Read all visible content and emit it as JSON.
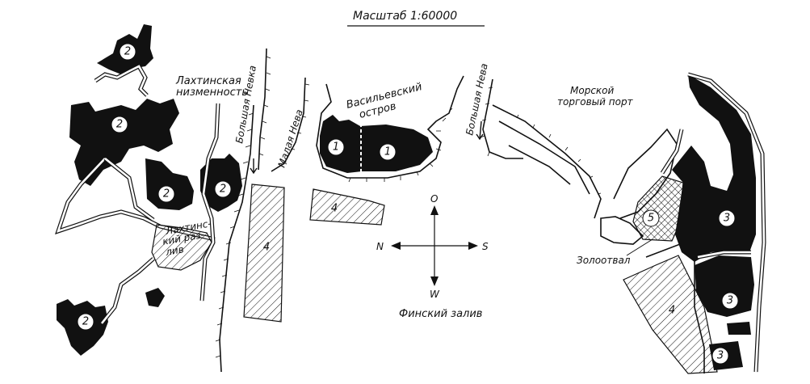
{
  "scale_label": "Масштаб 1:60000",
  "labels": {
    "lakhta_lowland": [
      "Лахтинская",
      "низменность"
    ],
    "bolshaya_nevka": "Большая Невка",
    "malaya_neva": "Малая Нева",
    "vasilyevsky": [
      "Васильевский",
      "остров"
    ],
    "bolshaya_neva": "Большая Нева",
    "sea_port": [
      "Морской",
      "торговый порт"
    ],
    "lakhta_spill": [
      "Лахтинс-",
      "кий раз-",
      "лив"
    ],
    "gulf": "Финский залив",
    "zolootval": "Золоотвал"
  },
  "compass": {
    "top": "O",
    "left": "N",
    "right": "S",
    "bottom": "W"
  },
  "zones": {
    "z1a": "1",
    "z1b": "1",
    "z2a": "2",
    "z2b": "2",
    "z2c": "2",
    "z2d": "2",
    "z2e": "2",
    "z3a": "3",
    "z3b": "3",
    "z3c": "3",
    "z4a": "4",
    "z4b": "4",
    "z4c": "4",
    "z5": "5"
  },
  "colors": {
    "ink": "#111111",
    "paper": "#ffffff"
  }
}
